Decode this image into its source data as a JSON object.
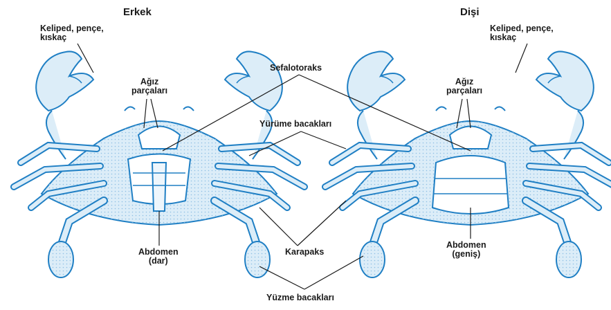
{
  "titles": {
    "male": "Erkek",
    "female": "Dişi"
  },
  "labels": {
    "keliped_left": [
      "Keliped, pençe,",
      "kıskaç"
    ],
    "keliped_right": [
      "Keliped, pençe,",
      "kıskaç"
    ],
    "agiz_left": [
      "Ağız",
      "parçaları"
    ],
    "agiz_right": [
      "Ağız",
      "parçaları"
    ],
    "sefalotoraks": "Sefalotoraks",
    "yurume": "Yürüme bacakları",
    "karapaks": "Karapaks",
    "yuzme": "Yüzme bacakları",
    "abdomen_left": [
      "Abdomen",
      "(dar)"
    ],
    "abdomen_right": [
      "Abdomen",
      "(geniş)"
    ]
  },
  "colors": {
    "outline": "#1f7fc4",
    "fill": "#dcedf8",
    "stipple": "#b5d6ee",
    "leader": "#1a1a1a"
  }
}
